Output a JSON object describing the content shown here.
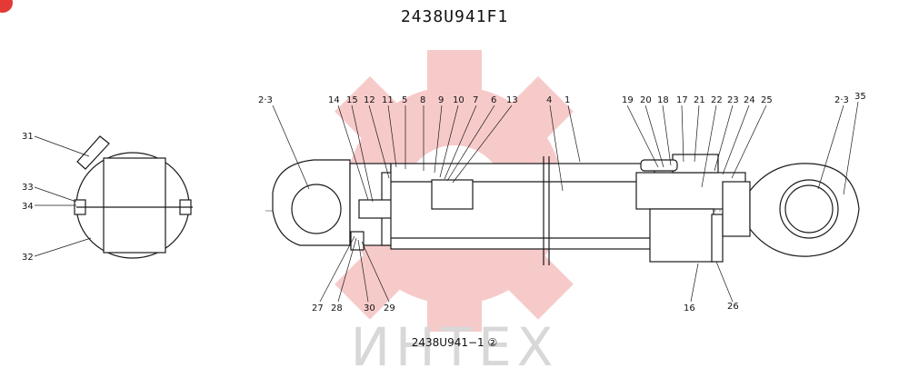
{
  "title": "2438U941F1",
  "subtitle": "2438U941−1 ②",
  "watermark": "ИНТЕХ",
  "colors": {
    "line": "#1a1a1a",
    "watermark": "#f6c1c1",
    "badge": "#e53935"
  },
  "callouts": {
    "left_eye": "2·3",
    "right_eye": "2·3",
    "p14": "14",
    "p15": "15",
    "p12": "12",
    "p11": "11",
    "p5": "5",
    "p8": "8",
    "p9": "9",
    "p10": "10",
    "p7": "7",
    "p6": "6",
    "p13": "13",
    "p4": "4",
    "p1": "1",
    "p19": "19",
    "p20": "20",
    "p18": "18",
    "p17": "17",
    "p21": "21",
    "p22": "22",
    "p23": "23",
    "p24": "24",
    "p25": "25",
    "p35": "35",
    "p27": "27",
    "p28": "28",
    "p30": "30",
    "p29": "29",
    "p16": "16",
    "p26": "26",
    "p31": "31",
    "p33": "33",
    "p34": "34",
    "p32": "32"
  }
}
